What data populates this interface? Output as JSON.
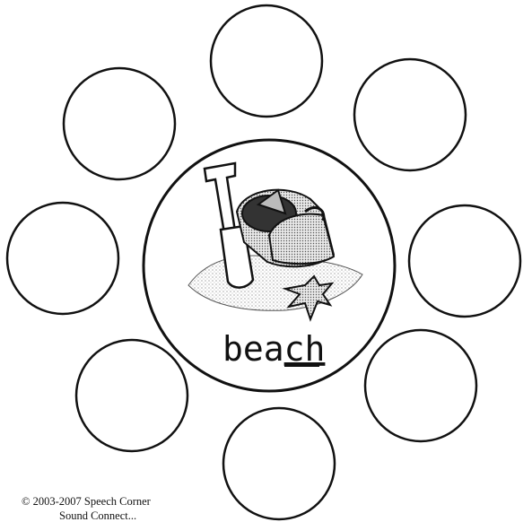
{
  "worksheet": {
    "target_word_prefix": "bea",
    "target_word_sound": "ch",
    "picture_icon": "beach-pail-shovel-starfish-icon",
    "outer_circle_count": 8
  },
  "footer": {
    "copyright": "© 2003-2007 Speech Corner",
    "subtitle": "Sound Connect..."
  },
  "colors": {
    "ink": "#111111",
    "background": "#ffffff"
  }
}
